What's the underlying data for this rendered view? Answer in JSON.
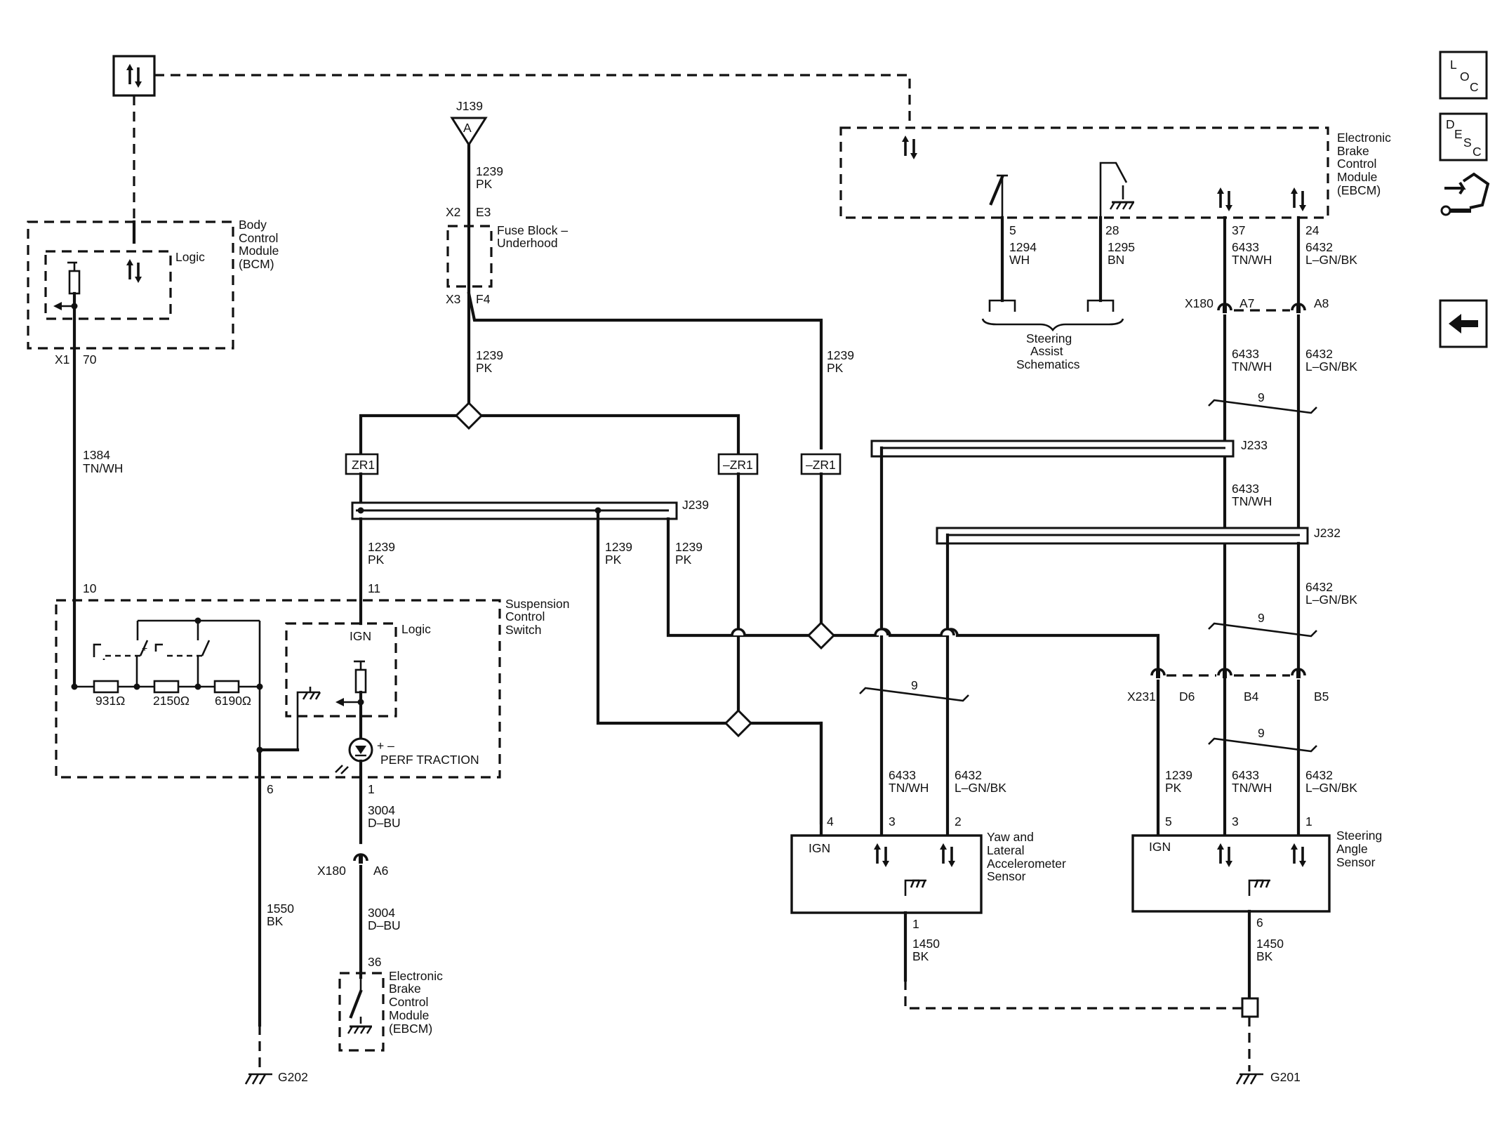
{
  "nav": {
    "loc_icon": "loc-icon",
    "desc_icon": "desc-icon",
    "component_icon": "component-locator-icon",
    "back_icon": "back-arrow-icon",
    "loc_letters": [
      "L",
      "O",
      "C"
    ],
    "desc_letters": [
      "D",
      "E",
      "S",
      "C"
    ]
  },
  "modules": {
    "bcm": [
      "Body",
      "Control",
      "Module",
      "(BCM)"
    ],
    "ebcm_top": [
      "Electronic",
      "Brake",
      "Control",
      "Module",
      "(EBCM)"
    ],
    "ebcm_bottom": [
      "Electronic",
      "Brake",
      "Control",
      "Module",
      "(EBCM)"
    ],
    "fuse_block": [
      "Fuse Block –",
      "Underhood"
    ],
    "suspension_switch": [
      "Suspension",
      "Control",
      "Switch"
    ],
    "yaw_sensor": [
      "Yaw and",
      "Lateral",
      "Accelerometer",
      "Sensor"
    ],
    "steering_angle": [
      "Steering",
      "Angle",
      "Sensor"
    ],
    "steering_assist": [
      "Steering",
      "Assist",
      "Schematics"
    ]
  },
  "labels": {
    "logic": "Logic",
    "ign": "IGN",
    "perf_traction": "PERF TRACTION",
    "perf_polarity": "+  –",
    "resistors": [
      "931Ω",
      "2150Ω",
      "6190Ω"
    ],
    "connectors": {
      "j139": "J139",
      "j139_pin": "A",
      "x2": "X2",
      "e3": "E3",
      "x3": "X3",
      "f4": "F4",
      "x1": "X1",
      "x1_pin": "70",
      "x180": "X180",
      "a7": "A7",
      "a8": "A8",
      "a6": "A6",
      "x231": "X231",
      "d6": "D6",
      "b4": "B4",
      "b5": "B5",
      "j239": "J239",
      "j233": "J233",
      "j232": "J232",
      "zr1": "ZR1",
      "nzr1": "–ZR1",
      "g202": "G202",
      "g201": "G201"
    },
    "pins": {
      "ebcm_5": "5",
      "ebcm_28": "28",
      "ebcm_37": "37",
      "ebcm_24": "24",
      "sw_10": "10",
      "sw_11": "11",
      "sw_6": "6",
      "sw_1": "1",
      "ebcm_36": "36",
      "yaw_4": "4",
      "yaw_3": "3",
      "yaw_2": "2",
      "yaw_1": "1",
      "sas_5": "5",
      "sas_3": "3",
      "sas_1": "1",
      "sas_6": "6"
    },
    "twist": "9"
  },
  "wires": {
    "w1239": [
      "1239",
      "PK"
    ],
    "w1384": [
      "1384",
      "TN/WH"
    ],
    "w1294": [
      "1294",
      "WH"
    ],
    "w1295": [
      "1295",
      "BN"
    ],
    "w6433": [
      "6433",
      "TN/WH"
    ],
    "w6432": [
      "6432",
      "L–GN/BK"
    ],
    "w3004": [
      "3004",
      "D–BU"
    ],
    "w1550": [
      "1550",
      "BK"
    ],
    "w1450": [
      "1450",
      "BK"
    ]
  }
}
